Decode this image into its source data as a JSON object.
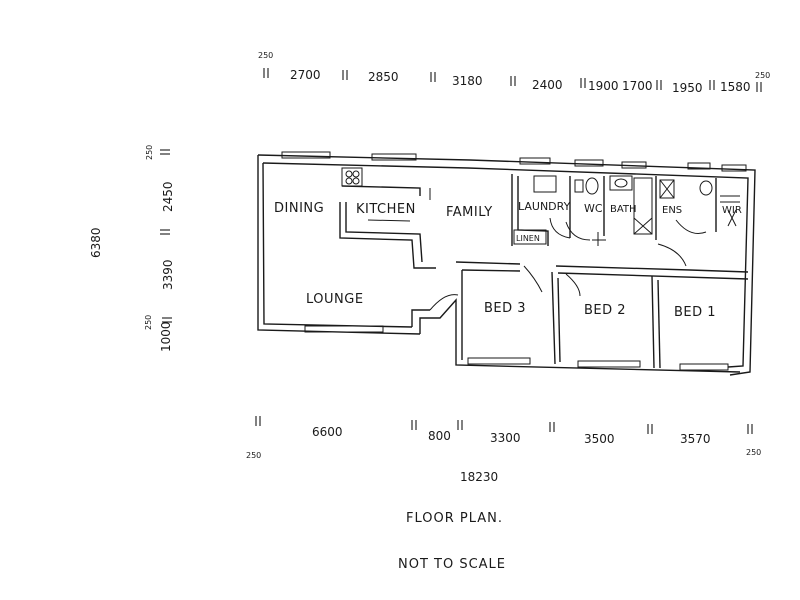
{
  "top_dimensions": [
    {
      "label": "250",
      "small": true
    },
    {
      "label": "2700"
    },
    {
      "label": "2850"
    },
    {
      "label": "3180"
    },
    {
      "label": "2400"
    },
    {
      "label": "1900"
    },
    {
      "label": "1700"
    },
    {
      "label": "1950"
    },
    {
      "label": "1580"
    },
    {
      "label": "250",
      "small": true
    }
  ],
  "bottom_dimensions": [
    {
      "label": "250",
      "small": true
    },
    {
      "label": "6600"
    },
    {
      "label": "800"
    },
    {
      "label": "3300"
    },
    {
      "label": "3500"
    },
    {
      "label": "3570"
    },
    {
      "label": "250",
      "small": true
    }
  ],
  "left_dimensions": [
    {
      "label": "250",
      "small": true
    },
    {
      "label": "2450"
    },
    {
      "label": "3390"
    },
    {
      "label": "250",
      "small": true
    },
    {
      "label": "1000"
    }
  ],
  "overall": {
    "width": "18230",
    "depth": "6380"
  },
  "rooms": {
    "dining": "DINING",
    "kitchen": "KITCHEN",
    "family": "FAMILY",
    "laundry": "LAUNDRY",
    "wc": "WC",
    "bath": "BATH",
    "ens": "ENS",
    "wir": "WIR",
    "linen": "LINEN",
    "lounge": "LOUNGE",
    "bed3": "BED 3",
    "bed2": "BED 2",
    "bed1": "BED 1"
  },
  "captions": {
    "title": "FLOOR PLAN.",
    "note": "NOT TO SCALE"
  }
}
